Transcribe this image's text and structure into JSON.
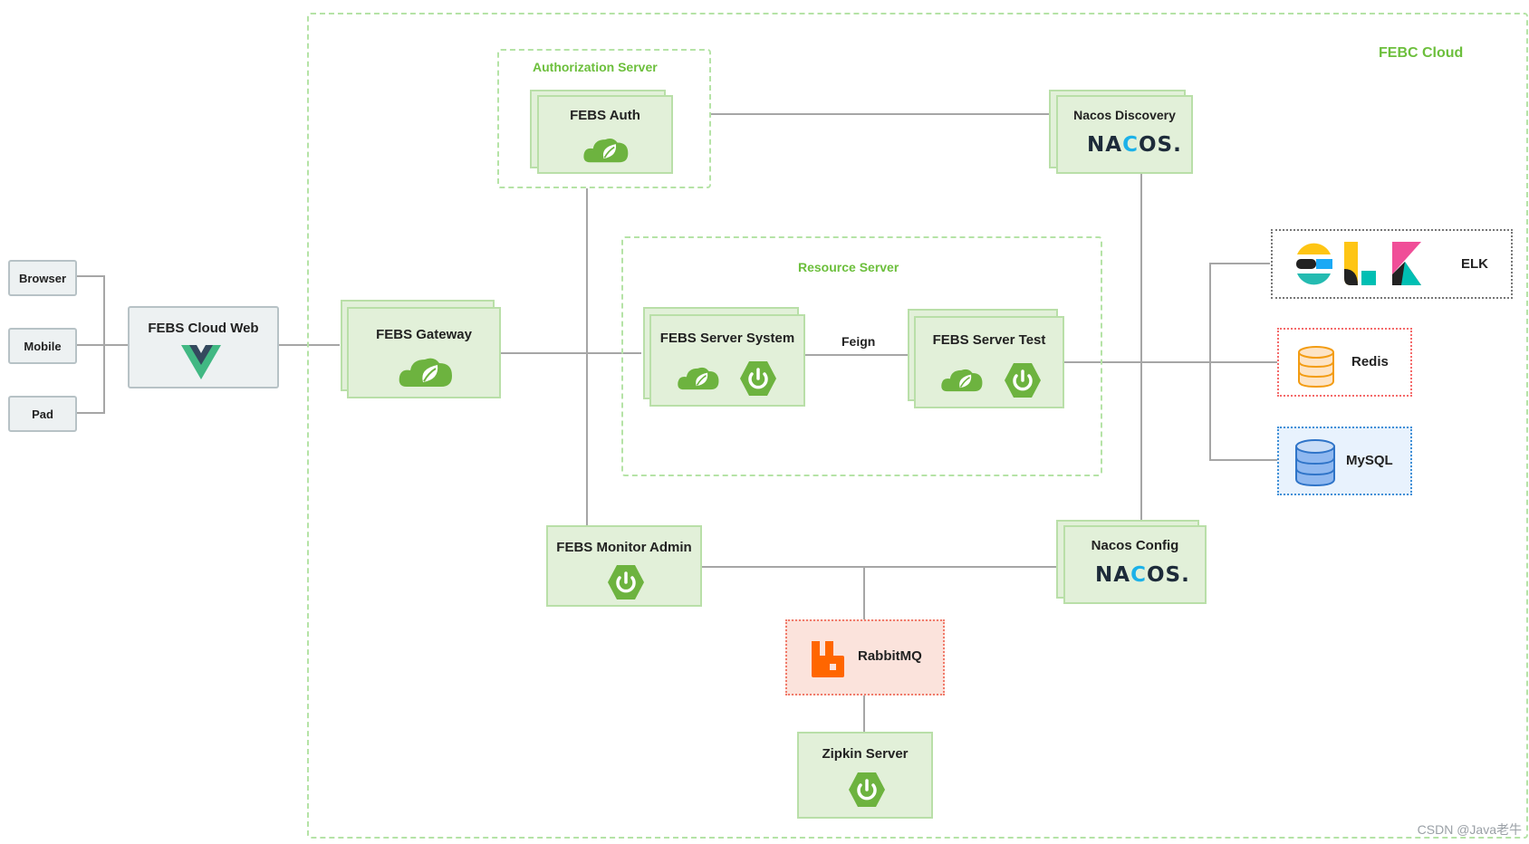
{
  "groups": {
    "cloud": "FEBC Cloud",
    "auth": "Authorization Server",
    "resource": "Resource Server"
  },
  "clients": [
    "Browser",
    "Mobile",
    "Pad"
  ],
  "nodes": {
    "web": "FEBS Cloud Web",
    "gateway": "FEBS Gateway",
    "auth": "FEBS Auth",
    "nacos_discovery": "Nacos Discovery",
    "server_system": "FEBS Server System",
    "server_test": "FEBS Server Test",
    "monitor": "FEBS Monitor Admin",
    "nacos_config": "Nacos Config",
    "rabbitmq": "RabbitMQ",
    "zipkin": "Zipkin Server"
  },
  "nacos_logo": {
    "pre": "NA",
    "c": "C",
    "post": "OS."
  },
  "edges": {
    "feign": "Feign"
  },
  "external": {
    "elk": "ELK",
    "redis": "Redis",
    "mysql": "MySQL"
  },
  "watermark": "CSDN @Java老牛",
  "colors": {
    "accent": "#6cbf3c",
    "node_fill": "#e2f0d9",
    "node_border": "#b9dfa8",
    "connector": "#a6a6a6",
    "rabbit_fill": "#fbe3dc",
    "mysql_fill": "#e8f2fd",
    "spring_green": "#6db33f"
  }
}
